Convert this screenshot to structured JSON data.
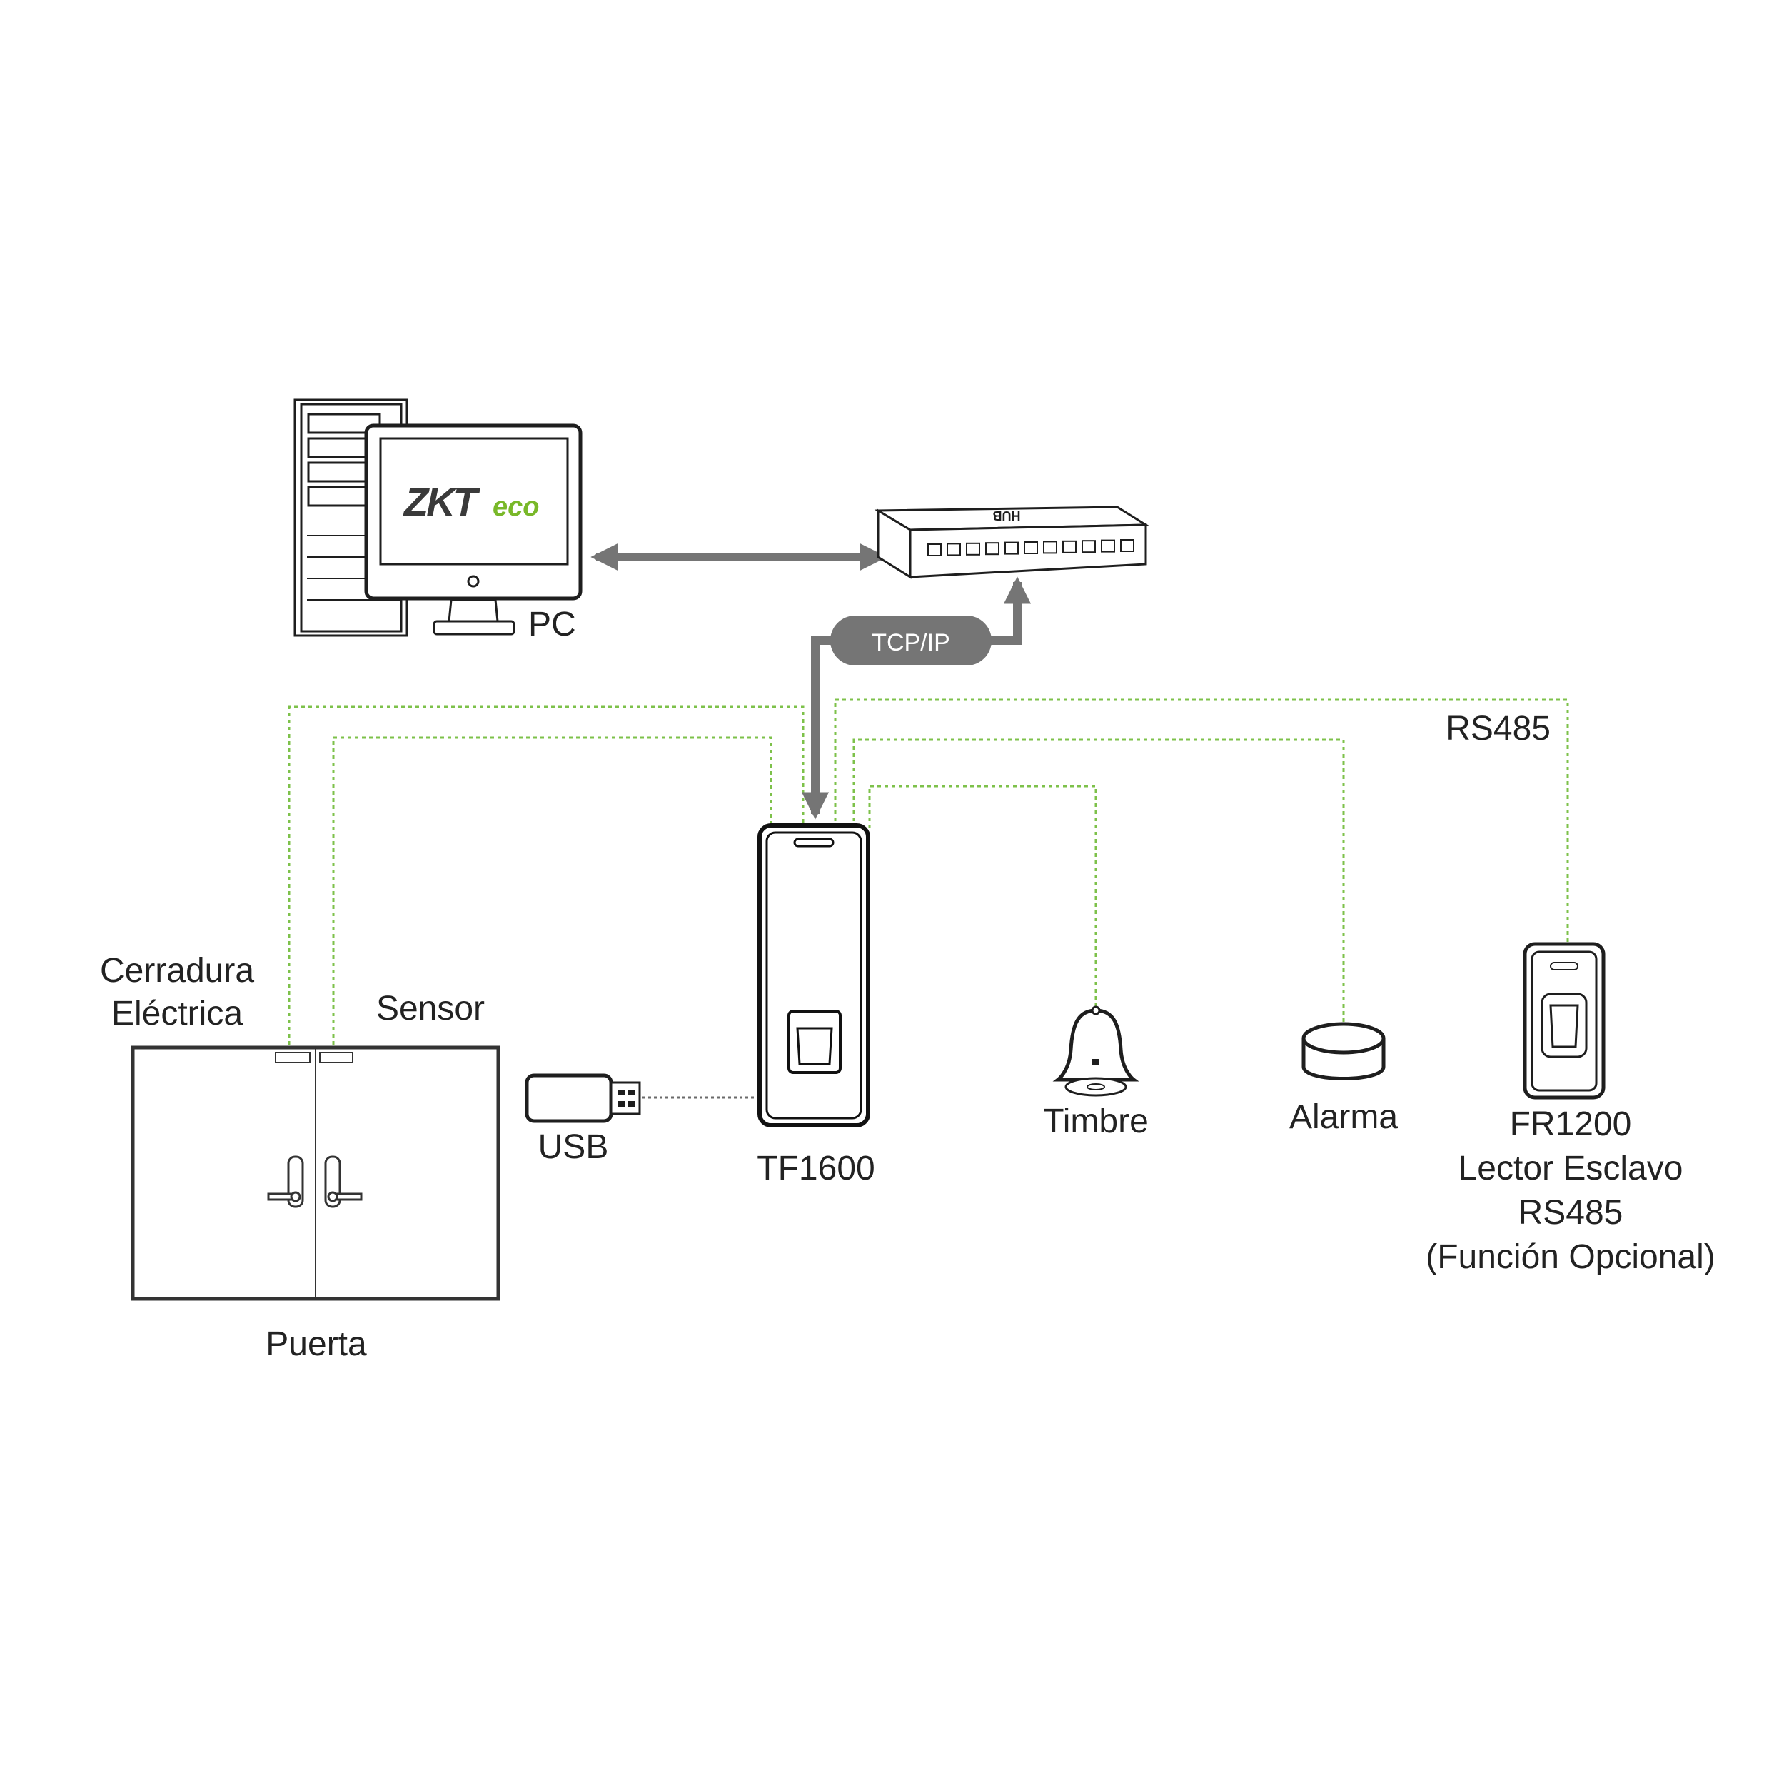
{
  "diagram": {
    "pc": {
      "label": "PC",
      "screen_logo_main": "ZKT",
      "screen_logo_accent": "eco"
    },
    "hub": {
      "label": "HUB"
    },
    "tcpip": {
      "label": "TCP/IP"
    },
    "rs485_line": {
      "label": "RS485"
    },
    "device": {
      "label": "TF1600"
    },
    "usb": {
      "label": "USB"
    },
    "lock": {
      "label_line1": "Cerradura",
      "label_line2": "Eléctrica"
    },
    "sensor": {
      "label": "Sensor"
    },
    "door": {
      "label": "Puerta"
    },
    "bell": {
      "label": "Timbre"
    },
    "alarm": {
      "label": "Alarma"
    },
    "slave_reader": {
      "label_line1": "FR1200",
      "label_line2": "Lector Esclavo",
      "label_line3": "RS485",
      "label_line4": "(Función Opcional)"
    }
  },
  "colors": {
    "wire_green": "#7dc14a",
    "network_gray": "#757575",
    "logo_dark": "#3a3a3a",
    "logo_green": "#79b829"
  }
}
